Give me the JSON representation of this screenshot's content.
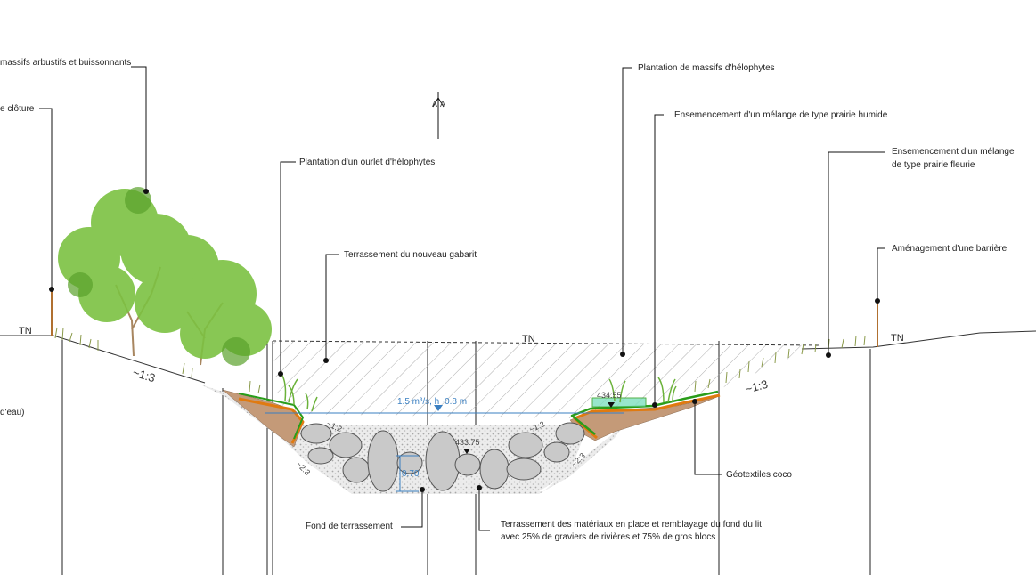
{
  "labels": {
    "massifs_arbustifs": "massifs arbustifs et buissonnants",
    "cloture": "e clôture",
    "ourlet_helophytes": "Plantation d'un ourlet d'hélophytes",
    "terrassement_gabarit": "Terrassement du nouveau gabarit",
    "massifs_helophytes": "Plantation de massifs d'hélophytes",
    "prairie_humide": "Ensemencement d'un mélange de type prairie humide",
    "prairie_fleurie_1": "Ensemencement d'un mélange",
    "prairie_fleurie_2": "de type prairie fleurie",
    "barriere": "Aménagement d'une barrière",
    "geotextiles": "Géotextiles coco",
    "fond_terrassement": "Fond de terrassement",
    "remblayage_1": "Terrassement des matériaux en place et remblayage du fond du lit",
    "remblayage_2": "avec 25% de graviers de rivières et 75% de gros blocs",
    "cours_eau": "d'eau)"
  },
  "terrain": {
    "tn_left": "TN",
    "tn_center": "TN",
    "tn_right": "TN"
  },
  "slopes": {
    "left_bank": "~1:3",
    "right_bank": "~1:3",
    "left_inner": "~1:2",
    "right_inner": "~1:2",
    "left_bed": "~2:3",
    "right_bed": "~2:3"
  },
  "hydraulics": {
    "flow": "1.5 m³/s, h~0.8 m",
    "depth": "0.70"
  },
  "levels": {
    "bed_level": "433.75",
    "bank_level": "434.55"
  },
  "section_marker": {
    "left": "A",
    "right": "A"
  },
  "colors": {
    "soil": "#c49a78",
    "geotextile": "#e07a10",
    "grass": "#2a9d1a",
    "water_line": "#3a7fc1",
    "foliage": "#7cc242",
    "rock": "#c9c9c9"
  },
  "icons": {
    "section": "section-arrow-icon",
    "water": "water-level-icon",
    "level": "level-marker-icon"
  }
}
